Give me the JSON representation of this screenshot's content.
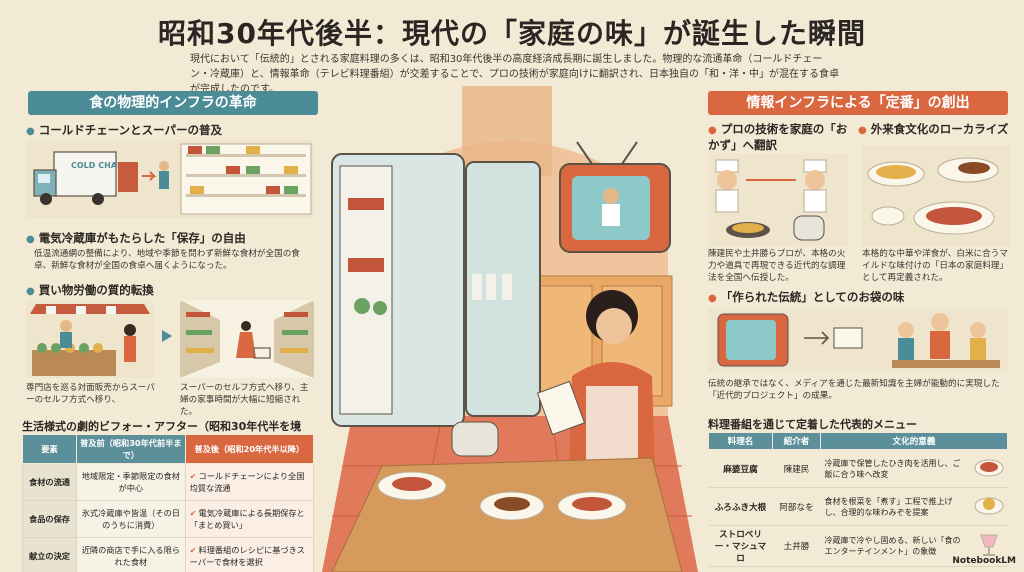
{
  "title": "昭和30年代後半：現代の「家庭の味」が誕生した瞬間",
  "lead": "現代において「伝統的」とされる家庭料理の多くは、昭和30年代後半の高度経済成長期に誕生しました。物理的な流通革命（コールドチェーン・冷蔵庫）と、情報革命（テレビ料理番組）が交差することで、プロの技術が家庭向けに翻訳され、日本独自の「和・洋・中」が混在する食卓が完成したのです。",
  "left": {
    "banner": "食の物理的インフラの革命",
    "s1_title": "コールドチェーンとスーパーの普及",
    "truck_label": "COLD CHAIN",
    "s2_title": "電気冷蔵庫がもたらした「保存」の自由",
    "s2_text": "低温流通網の整備により、地域や季節を問わず新鮮な食材が全国の食卓、新鮮な食材が全国の食卓へ届くようになった。",
    "s3_title": "買い物労働の質的転換",
    "s3_left": "専門店を巡る対面販売からスーパーのセルフ方式へ移り、",
    "s3_right": "スーパーのセルフ方式へ移り、主婦の家事時間が大幅に短縮された。",
    "table_title": "生活様式の劇的ビフォー・アフター（昭和30年代半を境に）",
    "table_headers": [
      "要素",
      "普及前（昭和30年代前半まで）",
      "普及後（昭和20年代半以降）"
    ],
    "table_rows": [
      {
        "key": "食材の流通",
        "before": "地域限定・季節限定の食材が中心",
        "after": "コールドチェーンにより全国均質な流通"
      },
      {
        "key": "食品の保存",
        "before": "氷式冷蔵庫や皆温（その日のうちに消費）",
        "after": "電気冷蔵庫による長期保存と「まとめ買い」"
      },
      {
        "key": "献立の決定",
        "before": "近隣の商店で手に入る限られた食材",
        "after": "料理番組のレシピに基づきスーパーで食材を選択"
      }
    ]
  },
  "right": {
    "banner": "情報インフラによる「定番」の創出",
    "s1_title": "プロの技術を家庭の「おかず」へ翻訳",
    "s1_text": "陳建民や土井勝らプロが、本格の火力や道具で再現できる近代的な調理法を全国へ伝授した。",
    "s2_title": "外来食文化のローカライズ",
    "s2_text": "本格的な中華や洋食が、白米に合うマイルドな味付けの「日本の家庭料理」として再定義された。",
    "s3_title": "「作られた伝統」としてのお袋の味",
    "s3_text": "伝統の継承ではなく、メディアを通じた最新知識を主婦が能動的に実現した「近代的プロジェクト」の成果。",
    "menu_title": "料理番組を通じて定着した代表的メニュー",
    "menu_headers": [
      "料理名",
      "紹介者",
      "文化的意義"
    ],
    "menu_rows": [
      {
        "dish": "麻婆豆腐",
        "by": "陳建民",
        "mean": "冷蔵庫で保管したひき肉を活用し、ご飯に合う味へ改変"
      },
      {
        "dish": "ふろふき大根",
        "by": "阿部なを",
        "mean": "食材を根菜を「煮す」工程で推上げし、合理的な味わみぞを提案"
      },
      {
        "dish": "ストロベリー・マシュマロ",
        "by": "土井勝",
        "mean": "冷蔵庫で冷やし固める、新しい「食のエンターテインメント」の象徴"
      }
    ]
  },
  "brand": "NotebookLM",
  "colors": {
    "teal": "#4c8c96",
    "orange": "#d9673f",
    "paper": "#f3ead6"
  }
}
